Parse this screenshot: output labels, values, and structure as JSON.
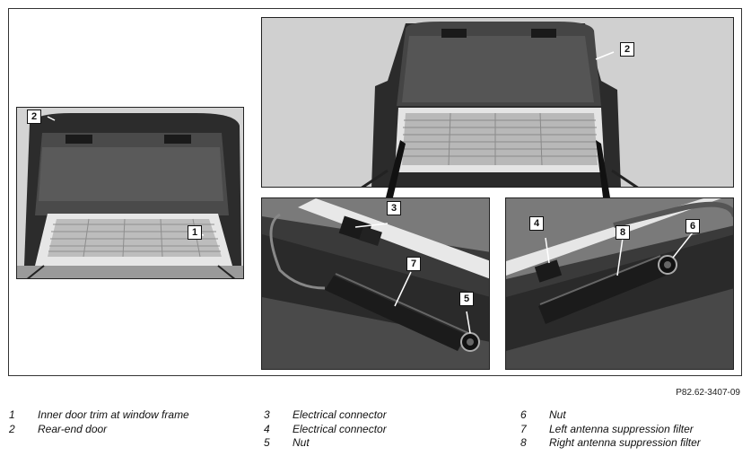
{
  "figure": {
    "reference_code": "P82.62-3407-09",
    "callouts": {
      "left_1": "1",
      "left_2": "2",
      "top_2": "2",
      "a_3": "3",
      "a_7": "7",
      "a_5": "5",
      "b_4": "4",
      "b_8": "8",
      "b_6": "6"
    }
  },
  "legend": [
    {
      "num": "1",
      "text": "Inner door trim at window frame"
    },
    {
      "num": "2",
      "text": "Rear-end door"
    },
    {
      "num": "3",
      "text": "Electrical connector"
    },
    {
      "num": "4",
      "text": "Electrical connector"
    },
    {
      "num": "5",
      "text": "Nut"
    },
    {
      "num": "6",
      "text": "Nut"
    },
    {
      "num": "7",
      "text": "Left antenna suppression filter"
    },
    {
      "num": "8",
      "text": "Right antenna suppression filter"
    }
  ]
}
